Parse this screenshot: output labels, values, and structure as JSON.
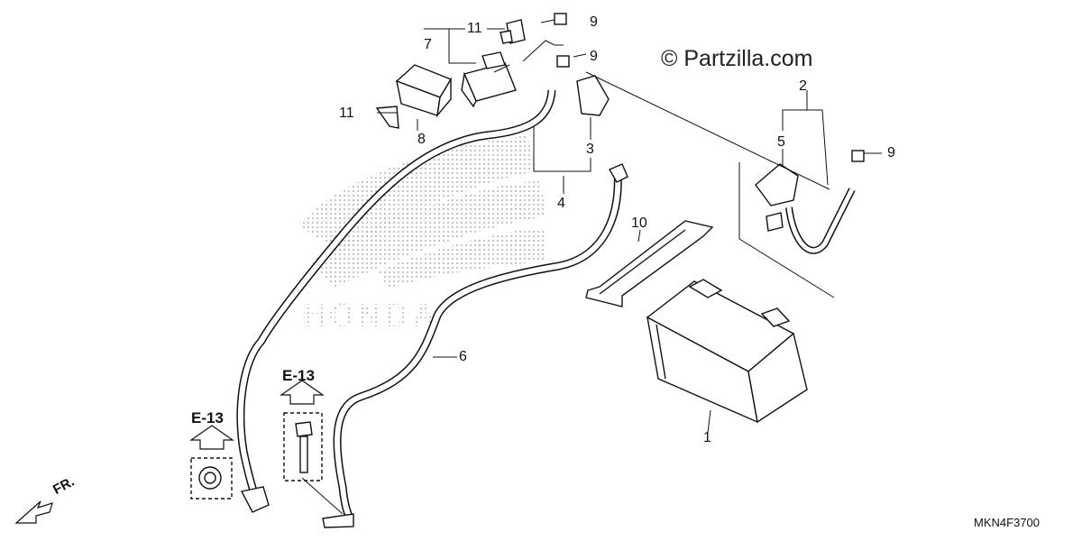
{
  "copyright": "© Partzilla.com",
  "diagram_code": "MKN4F3700",
  "watermark": "HONDA",
  "front_marker": "FR.",
  "section_refs": [
    "E-13",
    "E-13"
  ],
  "callouts": [
    "1",
    "2",
    "3",
    "4",
    "5",
    "6",
    "7",
    "8",
    "9",
    "9",
    "9",
    "10",
    "11",
    "11"
  ],
  "colors": {
    "line": "#111111",
    "watermark": "#9a9a9a",
    "part_fill": "#ffffff"
  }
}
